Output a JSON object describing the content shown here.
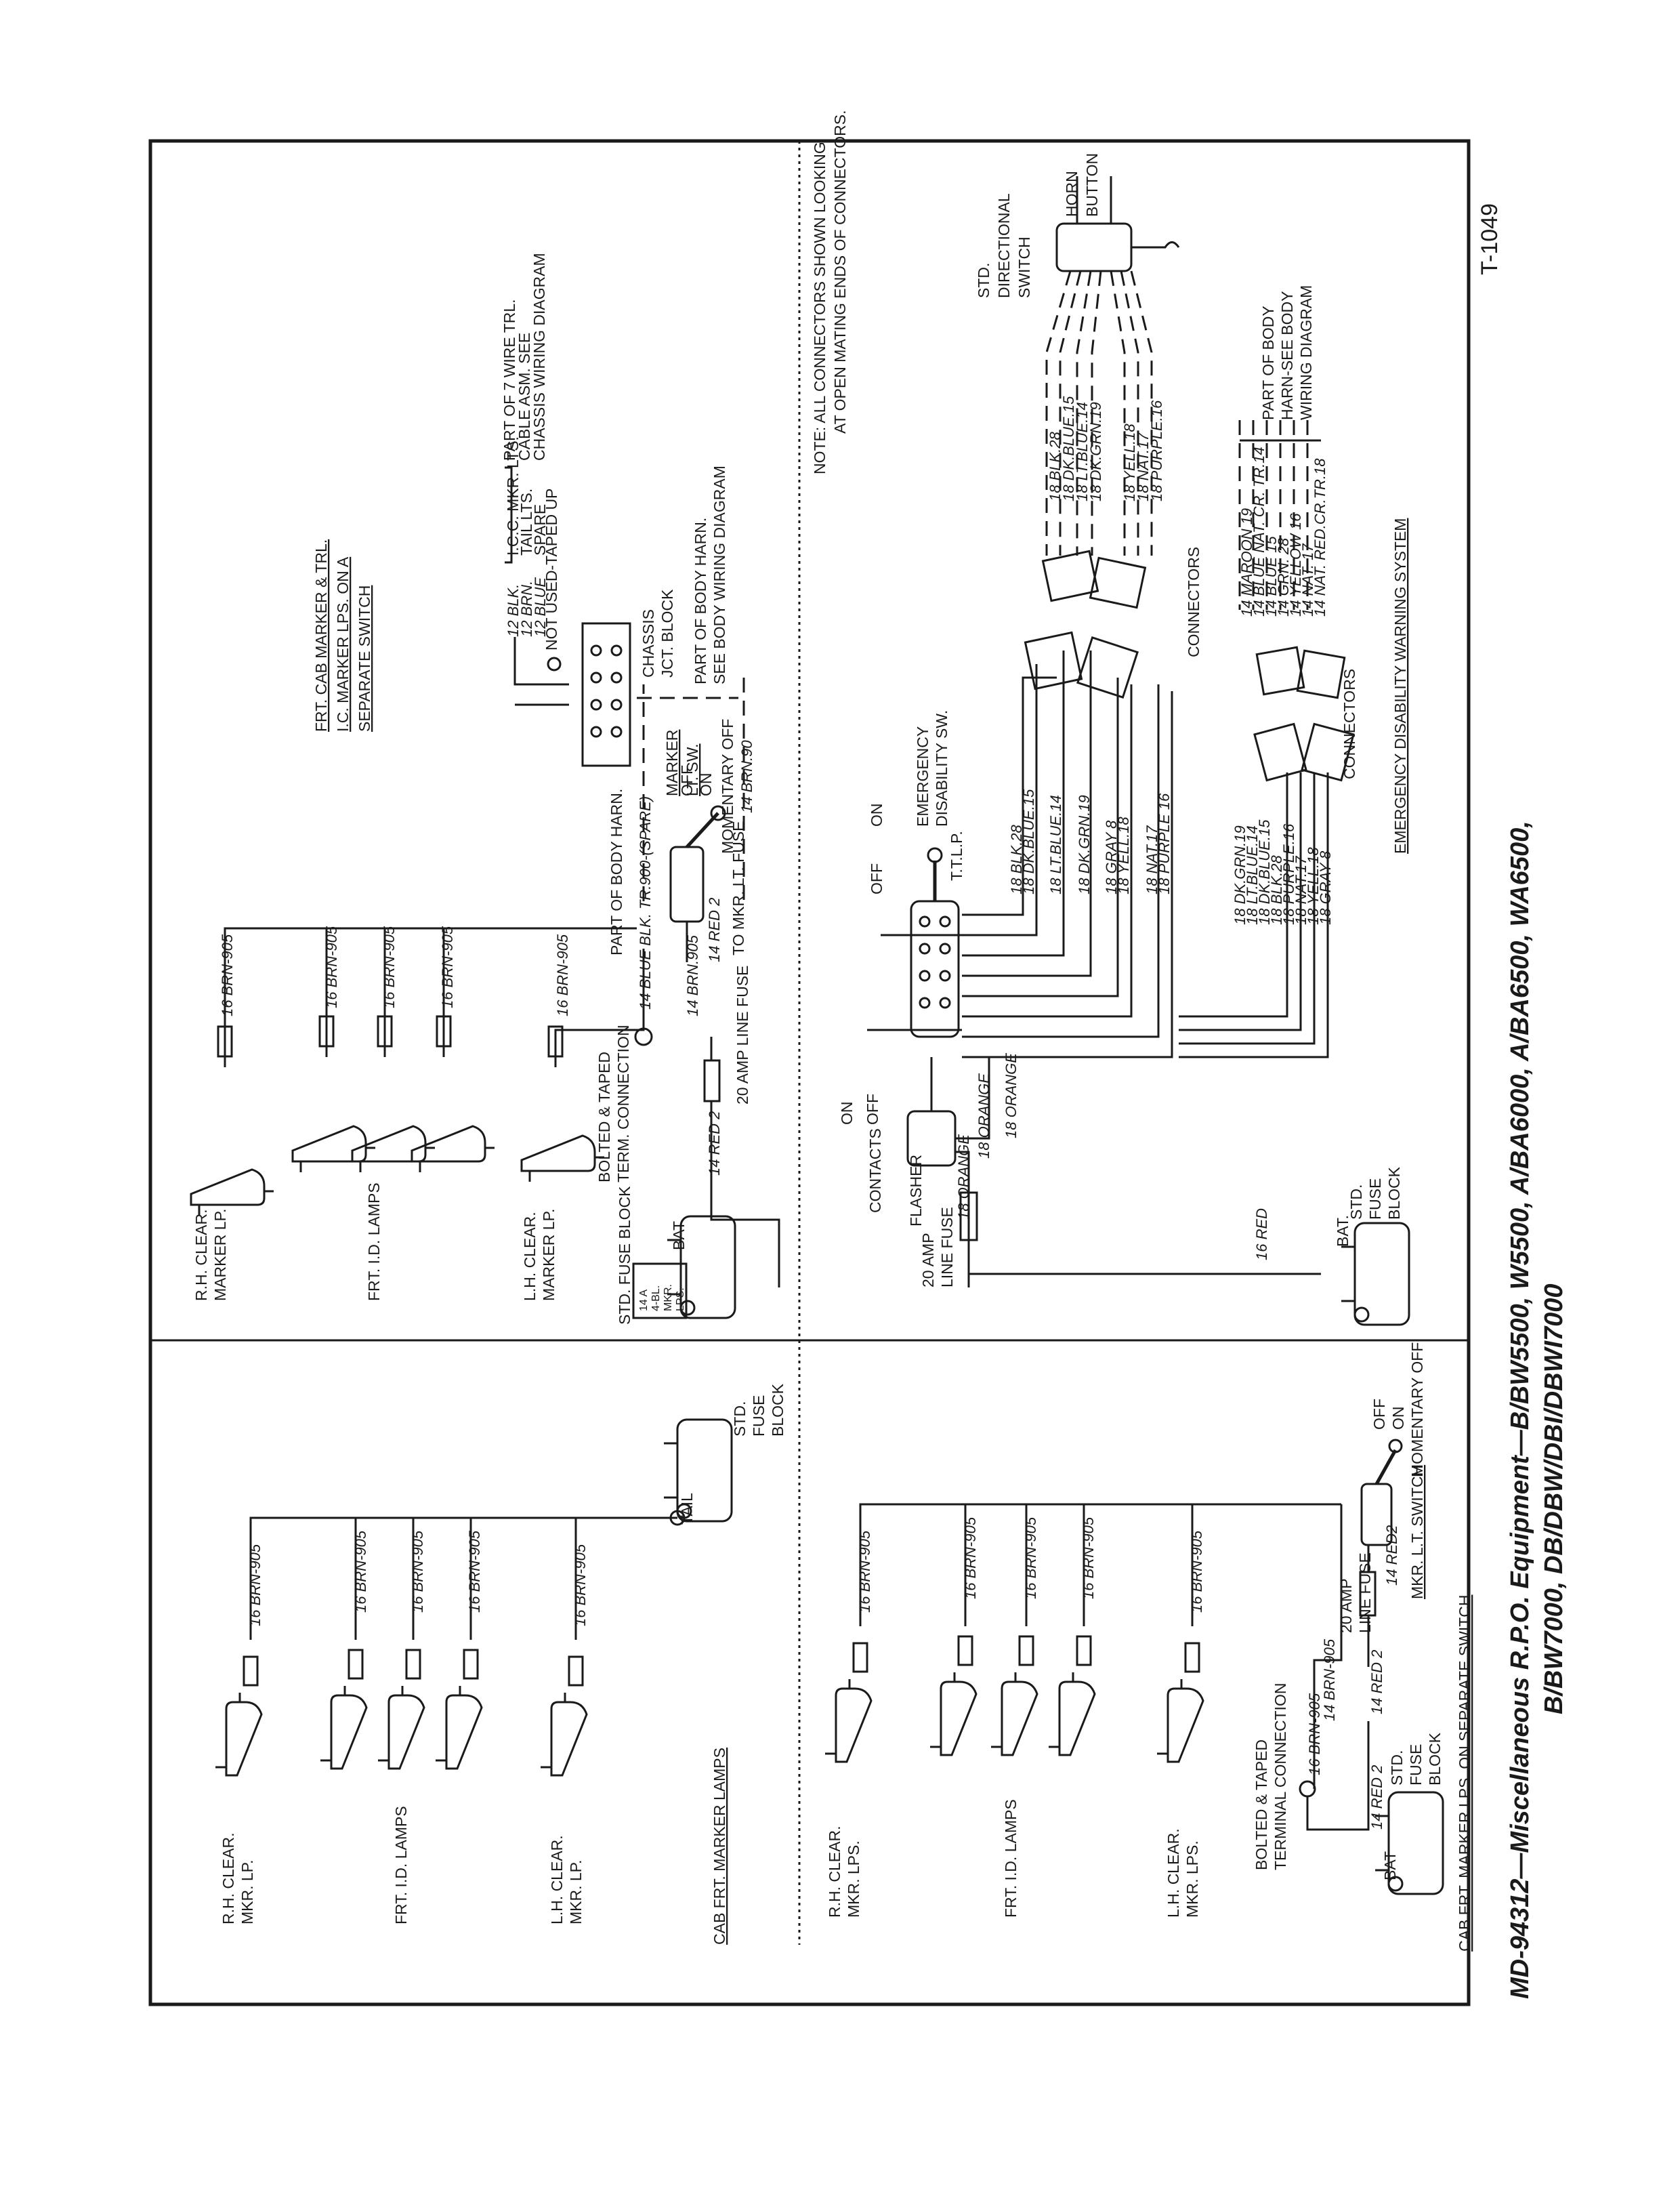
{
  "sheet_number": "T-1049",
  "title": {
    "line1": "MD-94312—Miscellaneous R.P.O. Equipment—B/BW5500, W5500, A/BA6000, A/BA6500, WA6500,",
    "line2": "B/BW7000, DB/DBW/DBI/DBWI7000"
  },
  "note": {
    "line1": "NOTE: ALL CONNECTORS SHOWN LOOKING",
    "line2": "AT OPEN MATING ENDS OF CONNECTORS."
  },
  "upper_left": {
    "caption": {
      "l1": "FRT. CAB MARKER & TRL.",
      "l2": "I.C. MARKER LPS. ON A",
      "l3": "SEPARATE SWITCH"
    },
    "rh_lamp": {
      "l1": "R.H. CLEAR.",
      "l2": "MARKER LP."
    },
    "frt_id": "FRT. I.D. LAMPS",
    "lh_lamp": {
      "l1": "L.H. CLEAR.",
      "l2": "MARKER LP."
    },
    "wire_905": "16 BRN-905",
    "bolted": {
      "l1": "BOLTED & TAPED",
      "l2": "TERM. CONNECTION"
    },
    "part_body_harn": "PART OF BODY HARN.",
    "blue_wire": "14 BLUE BLK. TR.900-(SPARE)",
    "brn905_14": "14 BRN.905",
    "red2": "14 RED 2",
    "red2b": "14 RED 2",
    "to_fuse": "TO MKR. LT. FUSE",
    "line_fuse": "20 AMP LINE FUSE",
    "std_fuse": "STD. FUSE BLOCK",
    "fuse_tag": {
      "l1": "14 A",
      "l2": "4-BL.",
      "l3": "MKR.",
      "l4": "LPS."
    },
    "bat": "BAT",
    "marker_sw": {
      "l1": "MARKER",
      "l2": "LT. SW."
    },
    "off": "OFF",
    "on": "ON",
    "momentary": "MOMENTARY OFF",
    "brn90": "14 BRN.90",
    "chassis_blk": {
      "l1": "CHASSIS",
      "l2": "JCT. BLOCK"
    },
    "part_body_harn2": {
      "l1": "PART OF BODY HARN.",
      "l2": "SEE BODY WIRING DIAGRAM"
    },
    "not_used": "NOT USED-TAPED UP",
    "trl_wires": {
      "w1": "12 BLK.",
      "w2": "12 BRN.",
      "w3": "12 BLUE",
      "f1": "I.C.C. MKR. LTS.",
      "f2": "TAIL LTS.",
      "f3": "SPARE"
    },
    "trl_cable": {
      "l1": "PART OF 7 WIRE TRL.",
      "l2": "CABLE ASM. SEE",
      "l3": "CHASSIS WIRING DIAGRAM"
    }
  },
  "upper_right": {
    "directional": {
      "l1": "STD.",
      "l2": "DIRECTIONAL",
      "l3": "SWITCH"
    },
    "horn": {
      "l1": "HORN",
      "l2": "BUTTON"
    },
    "dir_wires": [
      "18 BLK.28",
      "18 DK.BLUE.15",
      "18 LT.BLUE.14",
      "18 DK.GRN.19",
      "18 YELL.18",
      "18 NAT.17",
      "18 PURPLE.16"
    ],
    "sw_wires": [
      "18 BLK.28",
      "18 DK.BLUE.15",
      "18 LT.BLUE.14",
      "18 DK.GRN.19",
      "18 GRAY 8",
      "18 YELL.18",
      "18 NAT.17",
      "18 PURPLE 16"
    ],
    "conn_wires": [
      "18 DK.GRN.19",
      "18 LT.BLUE.14",
      "18 DK.BLUE.15",
      "18 BLK.28",
      "18 PURPLE.16",
      "18 NAT.17",
      "18 YELL.18",
      "18 GRAY 8"
    ],
    "body_wires": [
      "14 MAROON 19",
      "14 BLUE NAT. CR. TR.14",
      "14 BLUE 15",
      "14 GRN. 28",
      "14 YELLOW 16",
      "14 NAT. 17",
      "14 NAT. RED.CR.TR.18"
    ],
    "part_body": {
      "l1": "PART OF BODY",
      "l2": "HARN-SEE BODY",
      "l3": "WIRING DIAGRAM"
    },
    "connectors_a": "CONNECTORS",
    "connectors_b": "CONNECTORS",
    "system_caption": "EMERGENCY DISABILITY WARNING SYSTEM",
    "emerg_sw": {
      "l1": "EMERGENCY",
      "l2": "DISABILITY SW."
    },
    "ttlp": "T.T.L.P.",
    "off": "OFF",
    "on": "ON",
    "contacts": "CONTACTS",
    "on2": "ON",
    "off2": "OFF",
    "flasher": "FLASHER",
    "orange1": "18 ORANGE",
    "orange2": "18 ORANGE",
    "orange3": "18 ORANGE",
    "line_fuse": {
      "l1": "20 AMP",
      "l2": "LINE FUSE"
    },
    "red": "16 RED",
    "bat": "BAT.",
    "std_fuse": {
      "l1": "STD.",
      "l2": "FUSE",
      "l3": "BLOCK"
    }
  },
  "lower_left": {
    "caption": "CAB FRT. MARKER LAMPS",
    "rh_lamp": {
      "l1": "R.H. CLEAR.",
      "l2": "MKR. LP."
    },
    "frt_id": "FRT. I.D. LAMPS",
    "lh_lamp": {
      "l1": "L.H. CLEAR.",
      "l2": "MKR. LP."
    },
    "wire_905": "16 BRN-905",
    "tail": "TAIL",
    "std_fuse": {
      "l1": "STD.",
      "l2": "FUSE",
      "l3": "BLOCK"
    }
  },
  "lower_right": {
    "caption": "CAB FRT. MARKER LPS. ON SEPARATE SWITCH",
    "rh_lamp": {
      "l1": "R.H. CLEAR.",
      "l2": "MKR. LPS."
    },
    "frt_id": "FRT. I.D. LAMPS",
    "lh_lamp": {
      "l1": "L.H. CLEAR.",
      "l2": "MKR. LPS."
    },
    "wire_905": "16 BRN-905",
    "bolted": {
      "l1": "BOLTED & TAPED",
      "l2": "TERMINAL CONNECTION"
    },
    "brn905": "16 BRN-905",
    "brn905_14": "14 BRN-905",
    "red2": "14 RED 2",
    "red2b": "14 RED 2",
    "red2c": "14 RED2",
    "line_fuse": {
      "l1": "20 AMP",
      "l2": "LINE FUSE"
    },
    "mkr_sw": "MKR. L.T. SWITCH",
    "off": "OFF",
    "on": "ON",
    "momentary": "MOMENTARY OFF",
    "bat": "BAT",
    "std_fuse": {
      "l1": "STD.",
      "l2": "FUSE",
      "l3": "BLOCK"
    }
  }
}
